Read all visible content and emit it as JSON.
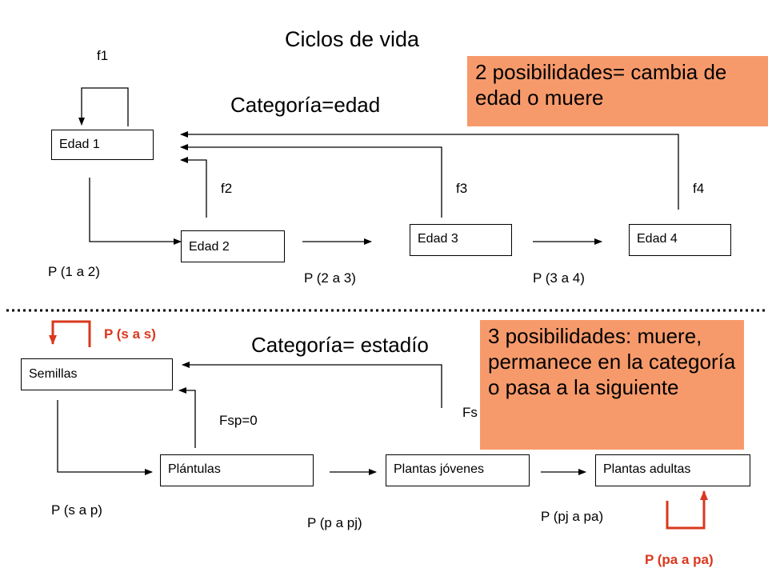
{
  "title": "Ciclos de vida",
  "top": {
    "heading": "Categoría=edad",
    "note": "2 posibilidades= cambia de edad o muere",
    "boxes": [
      "Edad 1",
      "Edad 2",
      "Edad 3",
      "Edad 4"
    ],
    "fecundity_labels": [
      "f1",
      "f2",
      "f3",
      "f4"
    ],
    "transition_labels": [
      "P (1 a 2)",
      "P (2 a 3)",
      "P (3 a 4)"
    ]
  },
  "bottom": {
    "heading": "Categoría= estadío",
    "note": "3 posibilidades: muere, permanece en la categoría o pasa a la siguiente",
    "boxes": [
      "Semillas",
      "Plántulas",
      "Plantas jóvenes",
      "Plantas adultas"
    ],
    "fecundity_labels": [
      "Fsp=0",
      "Fs"
    ],
    "transition_labels": [
      "P (s a p)",
      "P (p a pj)",
      "P (pj a pa)"
    ],
    "stay_labels": [
      "P (s a s)",
      "P (pa a pa)"
    ]
  },
  "colors": {
    "note_bg": "#f79a6b",
    "accent_red": "#d9381e",
    "line": "#000000"
  }
}
